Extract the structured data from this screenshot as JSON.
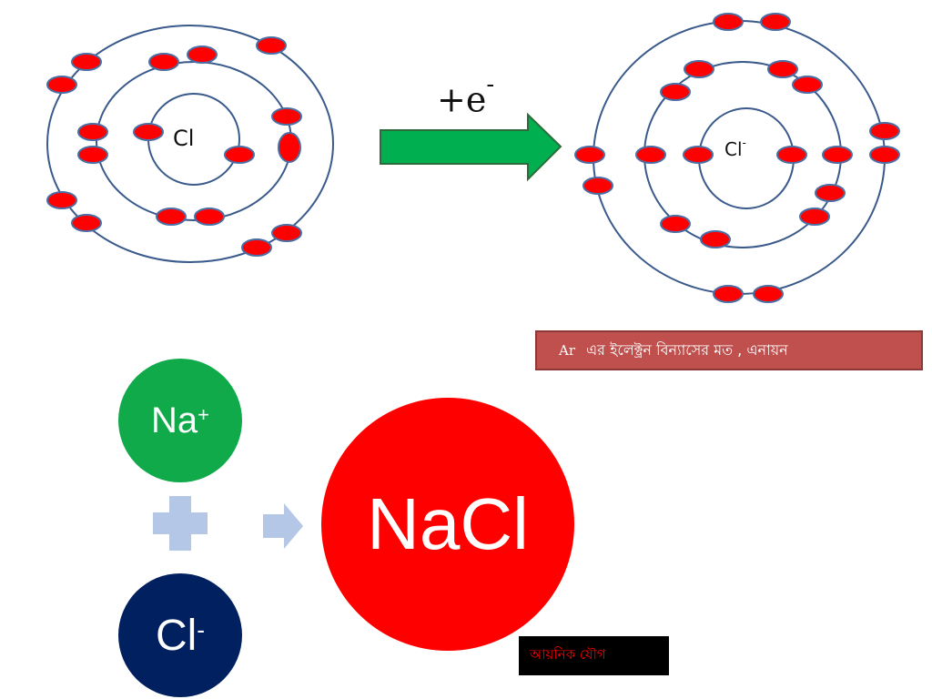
{
  "atom": {
    "symbol": "Cl"
  },
  "reaction": {
    "electron_gain": "+e",
    "electron_charge": "-"
  },
  "ion": {
    "symbol": "Cl",
    "charge": "-"
  },
  "argon_note": {
    "prefix": "Ar",
    "text": "এর ইলেক্ট্রন বিন্যাসের মত , এনায়ন"
  },
  "sodium_ion": {
    "symbol": "Na",
    "charge": "+"
  },
  "chloride_ion": {
    "symbol": "Cl",
    "charge": "-"
  },
  "compound": {
    "formula": "NaCl"
  },
  "compound_note": {
    "text": "আয়নিক যৌগ"
  },
  "colors": {
    "orbit": "#3a5a8c",
    "electron_fill": "#ff0000",
    "electron_stroke": "#4a6fa5",
    "arrow": "#00b050",
    "sodium": "#10aa4a",
    "chloride": "#002060",
    "compound": "#ff0000",
    "connector": "#b4c7e7",
    "argon_box": "#c0504d"
  }
}
